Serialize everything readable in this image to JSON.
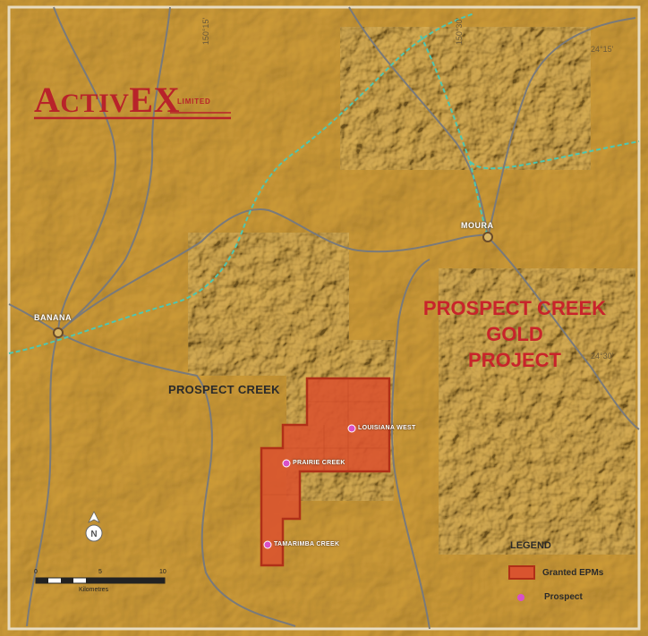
{
  "colors": {
    "terrain": "#d8b563",
    "road": "#7a7a7a",
    "rail": "#4fc7b0",
    "epm_fill": "#d9542f",
    "epm_border": "#b03018",
    "prospect_dot": "#d850c8",
    "title_red": "#c8242b"
  },
  "logo": {
    "name": "ActivEX",
    "suffix": "LIMITED"
  },
  "title": {
    "line1": "PROSPECT CREEK",
    "line2": "GOLD",
    "line3": "PROJECT"
  },
  "region_label": "PROSPECT CREEK",
  "towns": [
    {
      "name": "BANANA"
    },
    {
      "name": "MOURA"
    }
  ],
  "prospects": [
    {
      "name": "LOUISIANA WEST"
    },
    {
      "name": "PRAIRIE CREEK"
    },
    {
      "name": "TAMARIMBA CREEK"
    }
  ],
  "coordinates": {
    "lon_left": "150°15'",
    "lon_right": "150°30'",
    "lat_top": "24°15'",
    "lat_mid": "24°30'"
  },
  "scale": {
    "labels": [
      "0",
      "5",
      "10"
    ],
    "unit": "Kilometres"
  },
  "legend": {
    "title": "LEGEND",
    "items": [
      {
        "label": "Granted EPMs",
        "icon": "epm-swatch"
      },
      {
        "label": "Prospect",
        "icon": "prospect-dot"
      }
    ]
  }
}
